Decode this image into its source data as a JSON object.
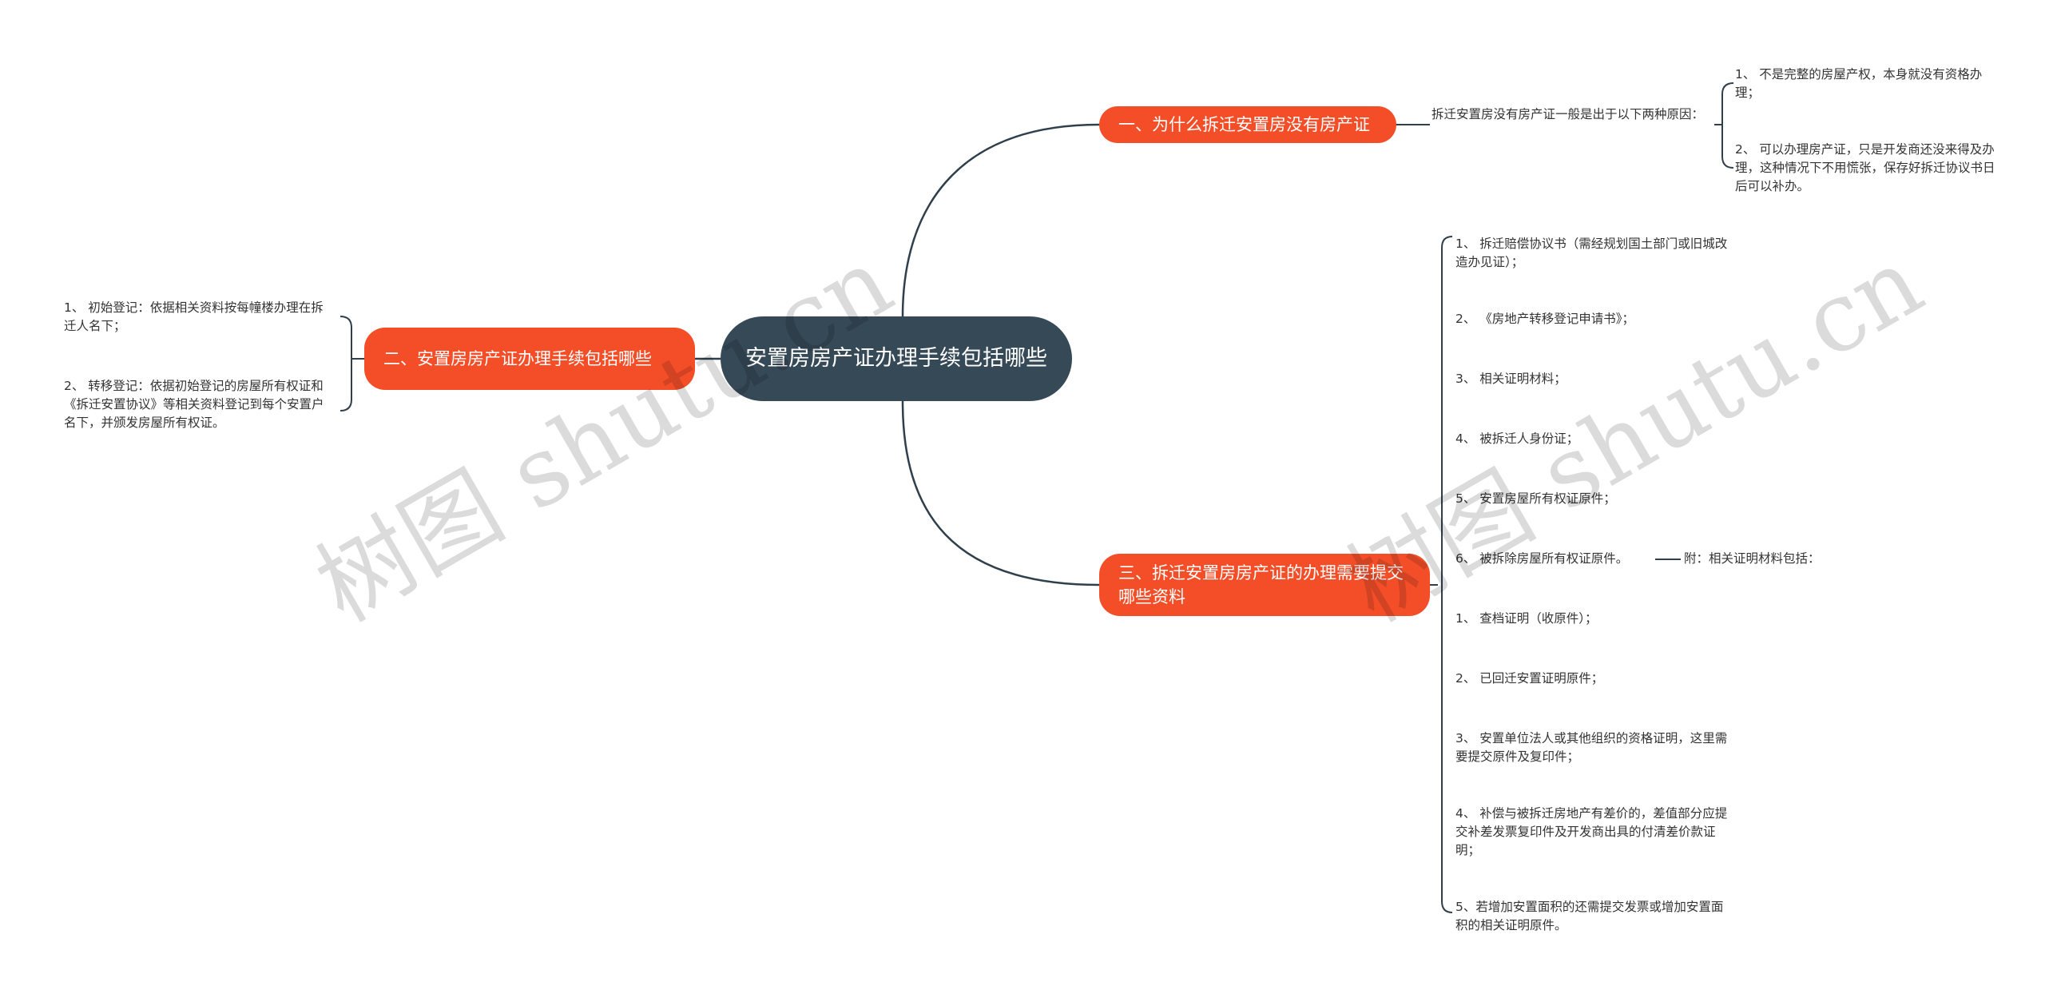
{
  "root": {
    "title": "安置房房产证办理手续包括哪些"
  },
  "branches": [
    {
      "label": "一、为什么拆迁安置房没有房产证",
      "summary": "拆迁安置房没有房产证一般是出于以下两种原因：",
      "items": [
        "1、 不是完整的房屋产权，本身就没有资格办理；",
        "2、 可以办理房产证，只是开发商还没来得及办理，这种情况下不用慌张，保存好拆迁协议书日后可以补办。"
      ]
    },
    {
      "label": "二、安置房房产证办理手续包括哪些",
      "items": [
        "1、 初始登记：依据相关资料按每幢楼办理在拆迁人名下；",
        "2、 转移登记：依据初始登记的房屋所有权证和《拆迁安置协议》等相关资料登记到每个安置户名下，并颁发房屋所有权证。"
      ]
    },
    {
      "label": "三、拆迁安置房房产证的办理需要提交哪些资料",
      "items": [
        "1、 拆迁赔偿协议书（需经规划国土部门或旧城改造办见证）；",
        "2、 《房地产转移登记申请书》；",
        "3、 相关证明材料；",
        "4、 被拆迁人身份证；",
        "5、 安置房屋所有权证原件；",
        "6、 被拆除房屋所有权证原件。",
        "1、 查档证明（收原件）；",
        "2、 已回迁安置证明原件；",
        "3、 安置单位法人或其他组织的资格证明，这里需要提交原件及复印件；",
        "4、 补偿与被拆迁房地产有差价的，差值部分应提交补差发票复印件及开发商出具的付清差价款证明；",
        "5、若增加安置面积的还需提交发票或增加安置面积的相关证明原件。"
      ],
      "note": "附：相关证明材料包括："
    }
  ],
  "watermarks": [
    "树图 shutu.cn",
    "树图 shutu.cn"
  ],
  "colors": {
    "root": "#364957",
    "branch": "#f44e28",
    "line": "#2f3f4c",
    "text": "#333333"
  }
}
